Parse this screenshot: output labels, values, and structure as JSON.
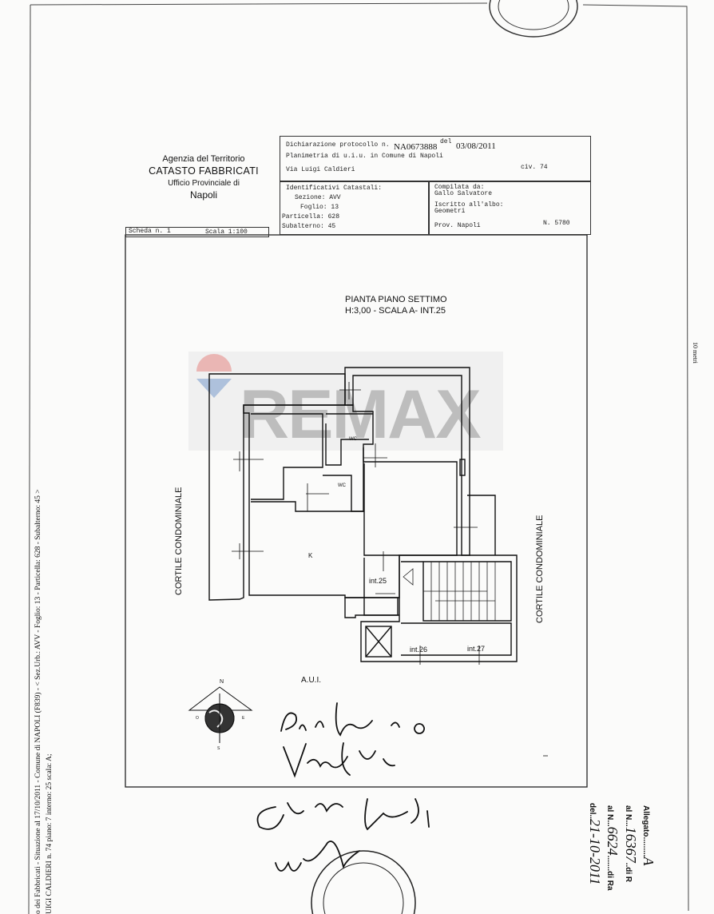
{
  "agency": {
    "line1": "Agenzia del Territorio",
    "line2": "CATASTO FABBRICATI",
    "line3": "Ufficio Provinciale di",
    "line4": "Napoli"
  },
  "header": {
    "protocol_label": "Dichiarazione protocollo n.",
    "protocol_number": "NA0673888",
    "date_label": "del",
    "date": "03/08/2011",
    "planimetry": "Planimetria di u.i.u. in Comune di Napoli",
    "address": "Via Luigi Caldieri",
    "civic": "civ. 74",
    "identifiers_title": "Identificativi Catastali:",
    "sezione": "Sezione: AVV",
    "foglio": "Foglio: 13",
    "particella": "Particella: 628",
    "subalterno": "Subalterno: 45",
    "compiled_label": "Compilata da:",
    "compiled_by": "Gallo Salvatore",
    "registered_label": "Iscritto all'albo:",
    "registered": "Geometri",
    "province": "Prov. Napoli",
    "number": "N. 5780"
  },
  "sheet": {
    "scheda": "Scheda n. 1",
    "scala": "Scala 1:100"
  },
  "plan": {
    "title": "PIANTA PIANO SETTIMO",
    "subtitle": "H:3,00 - SCALA A- INT.25",
    "courtyard_left": "CORTILE CONDOMINIALE",
    "courtyard_right": "CORTILE CONDOMINIALE",
    "wc1": "WC",
    "wc2": "WC",
    "kitchen": "K",
    "int25": "int.25",
    "int26": "int.26",
    "int27": "int.27",
    "aui": "A.U.I.",
    "compass": {
      "n": "N",
      "s": "S",
      "e": "E",
      "o": "O"
    }
  },
  "scale_bar": "10 metri",
  "watermark": {
    "text": "REMAX",
    "color": "#8c8c8c"
  },
  "side_note": {
    "line1": "o dei Fabbricati - Situazione al 17/10/2011 - Comune di NAPOLI (F839) - < Sez.Urb.: AVV - Foglio: 13 - Particella: 628 - Subalterno: 45 >",
    "line2": "UIGI CALDIERI n. 74 piano: 7 interno: 25 scala: A;"
  },
  "annex": {
    "allegato_label": "Allegato",
    "allegato_value": "A",
    "n1_label": "al N.",
    "n1_value": "16367",
    "n1_suffix": "di R",
    "n2_label": "al N.",
    "n2_value": "6624",
    "n2_suffix": "di Ra",
    "date_label": "del",
    "date_value": "21-10-2011"
  }
}
